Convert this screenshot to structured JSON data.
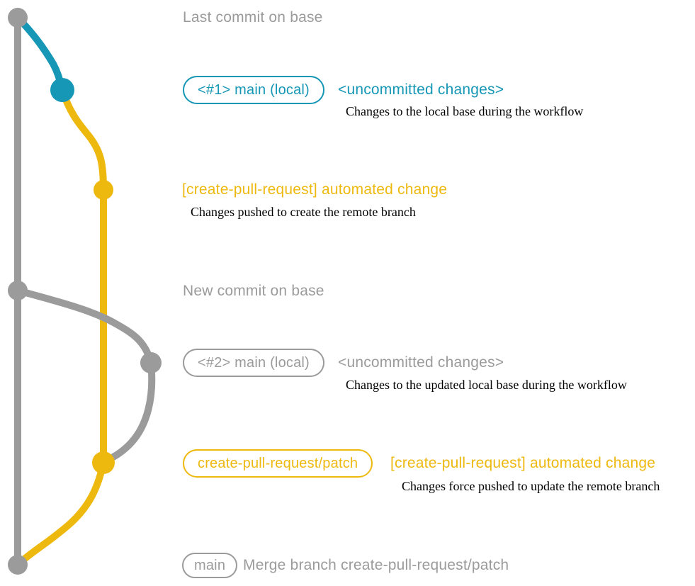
{
  "colors": {
    "gray": "#9b9b9b",
    "blue": "#1697b5",
    "yellow": "#eeb90f",
    "description_text": "#000000",
    "background": "#ffffff"
  },
  "graph": {
    "commit_dot_colors": [
      "gray",
      "blue",
      "yellow",
      "gray",
      "gray",
      "yellow",
      "gray"
    ]
  },
  "rows": {
    "r1": {
      "title": "Last commit on base"
    },
    "r2": {
      "badge": "<#1> main (local)",
      "title": "<uncommitted changes>",
      "desc": "Changes to the local base during the workflow"
    },
    "r3": {
      "title": "[create-pull-request] automated change",
      "desc": "Changes pushed to create the remote branch"
    },
    "r4": {
      "title": "New commit on base"
    },
    "r5": {
      "badge": "<#2> main (local)",
      "title": "<uncommitted changes>",
      "desc": "Changes to the updated local base during the workflow"
    },
    "r6": {
      "badge": "create-pull-request/patch",
      "title": "[create-pull-request] automated change",
      "desc": "Changes force pushed to update the remote branch"
    },
    "r7": {
      "badge": "main",
      "title": "Merge branch create-pull-request/patch"
    }
  }
}
